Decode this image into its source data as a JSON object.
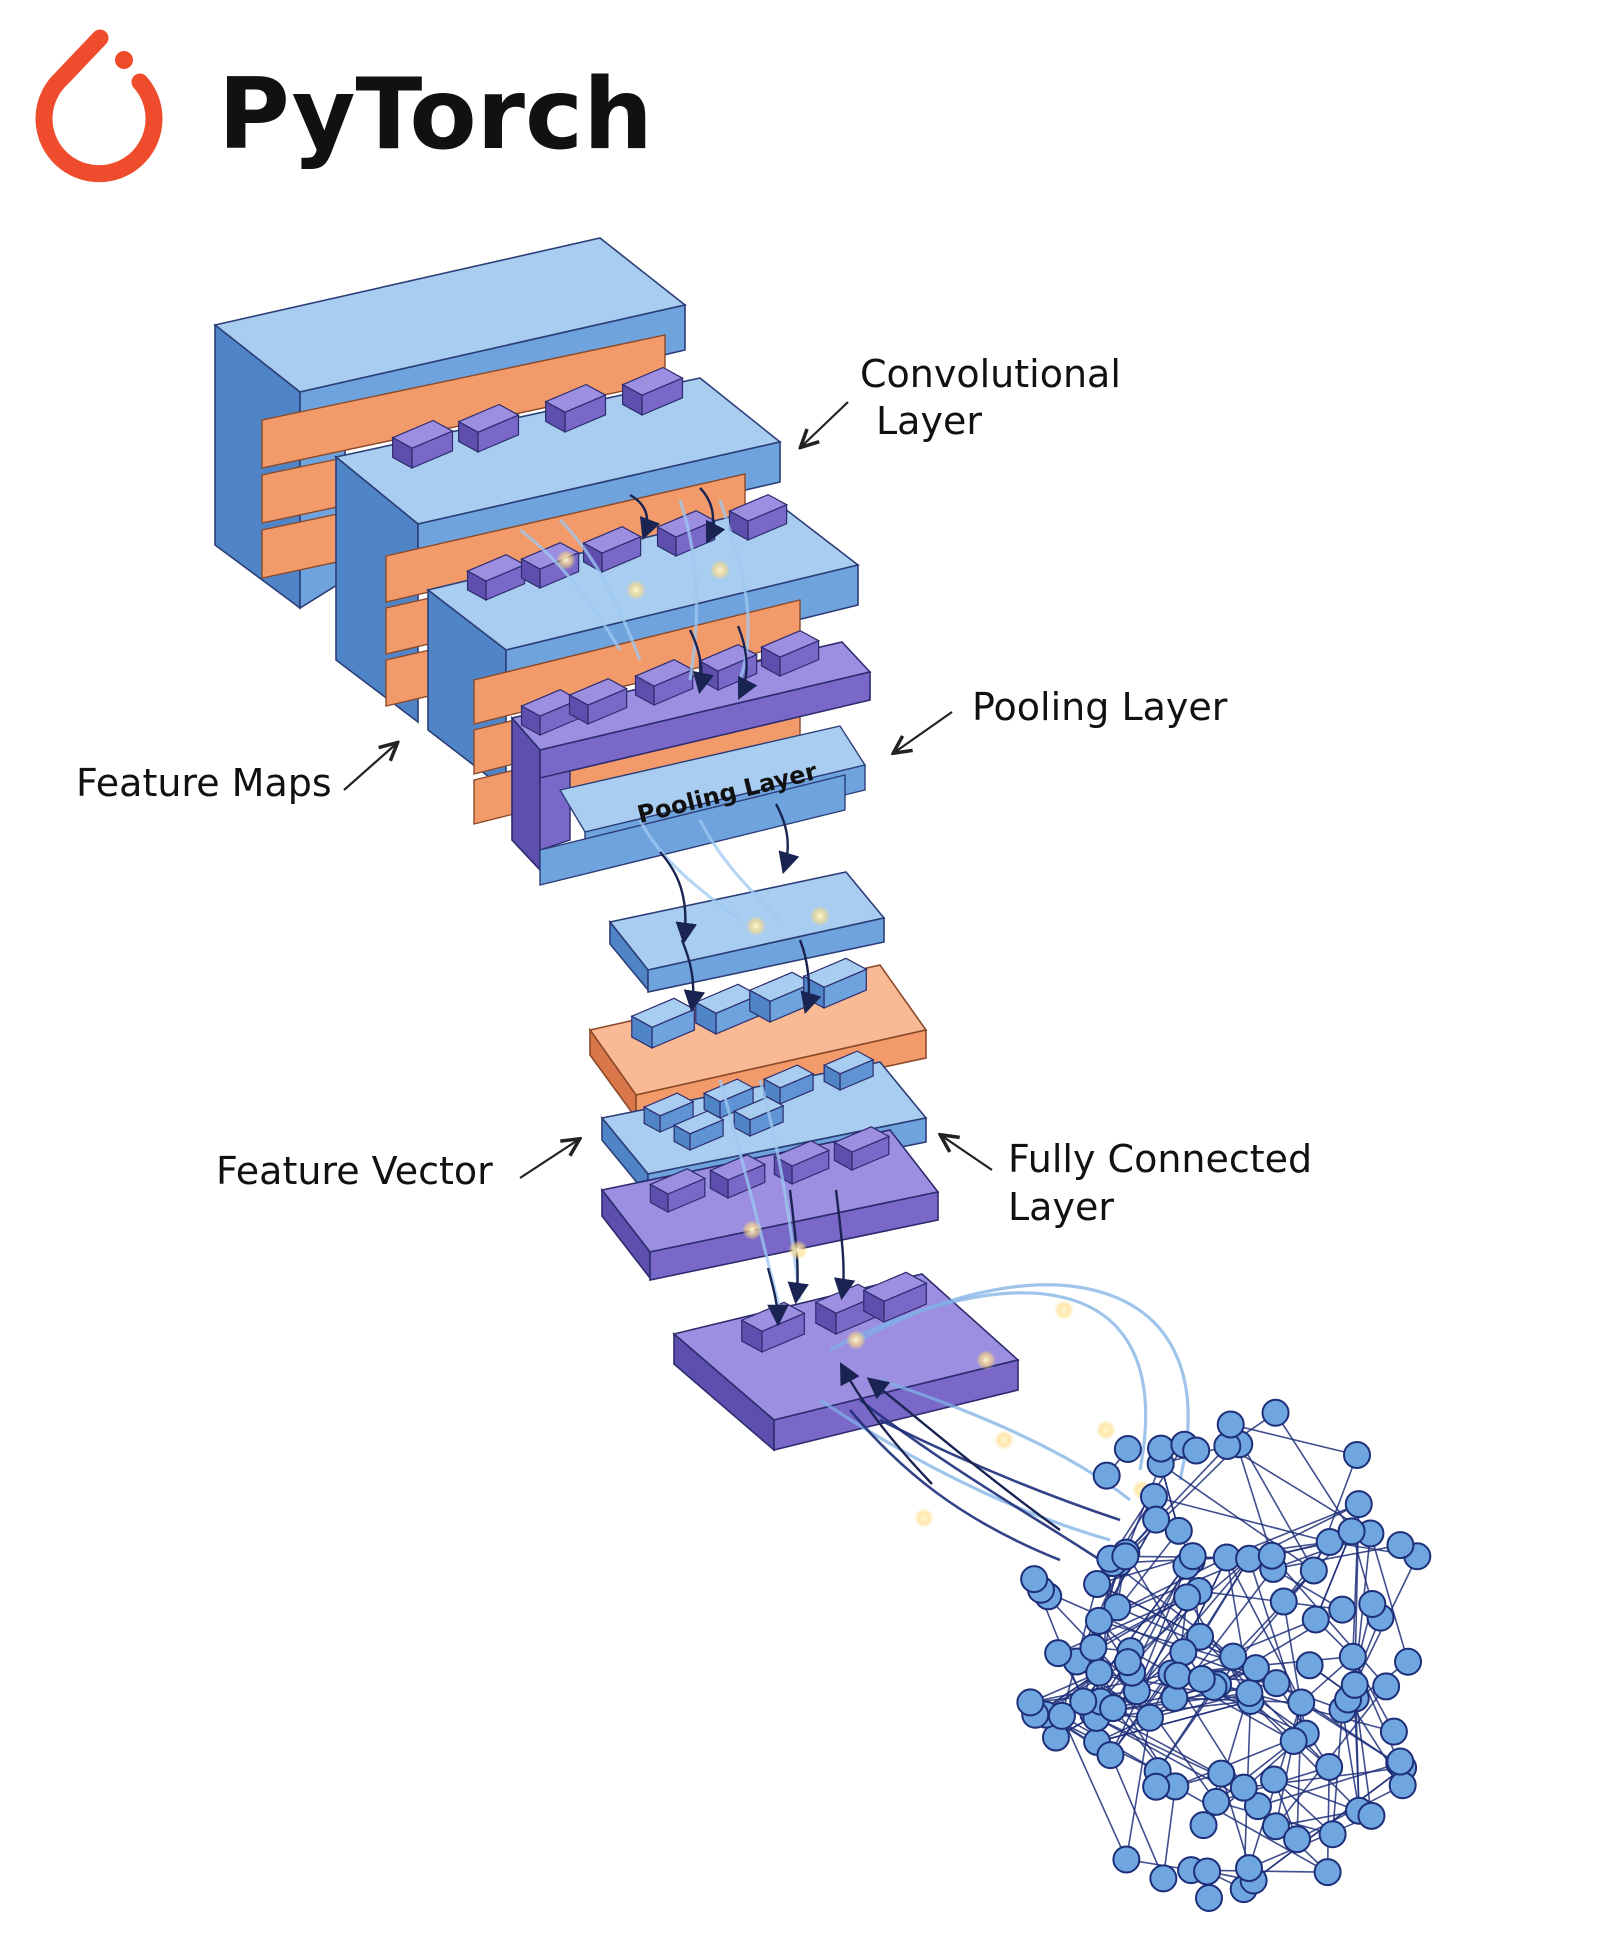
{
  "brand": {
    "name": "PyTorch",
    "logo_color": "#ee4c2c",
    "logo_icon": "pytorch-flame-icon"
  },
  "labels": {
    "convolutional": [
      "Convolutional",
      "Layer"
    ],
    "pooling": "Pooling Layer",
    "pooling_inner": "Pooling Layer",
    "feature_maps": "Feature Maps",
    "feature_vector": "Feature Vector",
    "fully_connected": [
      "Fully Connected",
      "Layer"
    ]
  },
  "colors": {
    "blue_top": "#a9cdf0",
    "blue_front": "#6fa3dd",
    "blue_side": "#4f85c6",
    "orange_front": "#f39a6b",
    "orange_top": "#f8b994",
    "purple_top": "#9c8ee0",
    "purple_front": "#7a68c9",
    "purple_side": "#5e4fae",
    "node_fill": "#6fa6df",
    "edge": "#1e2f7a",
    "arrow": "#1a2453"
  }
}
